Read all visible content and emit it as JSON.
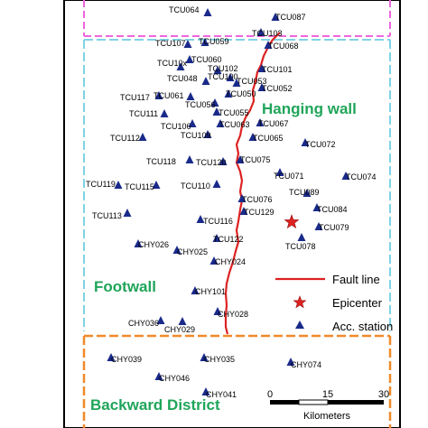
{
  "colors": {
    "border": "#000000",
    "upper_zone": "#ee66dd",
    "hanging_zone": "#7fd3e4",
    "backward_zone": "#f08a2a",
    "fault": "#dd2222",
    "epicenter": "#dd2222",
    "station": "#1a2a8a",
    "zone_label": "#1fa55a"
  },
  "regions": {
    "hanging_wall": "Hanging wall",
    "footwall": "Footwall",
    "backward": "Backward District"
  },
  "legend": {
    "fault": "Fault line",
    "epicenter": "Epicenter",
    "station": "Acc. station"
  },
  "scale": {
    "ticks": [
      "0",
      "15",
      "30"
    ],
    "unit": "Kilometers"
  },
  "stations": [
    {
      "id": "TCU064",
      "marker": [
        230,
        14
      ],
      "label": [
        187,
        10
      ]
    },
    {
      "id": "TCU087",
      "marker": [
        305,
        19
      ],
      "label": [
        305,
        18
      ]
    },
    {
      "id": "TCU103",
      "marker": [
        289,
        36
      ],
      "label": [
        279,
        36
      ]
    },
    {
      "id": "TCU059",
      "marker": [
        227,
        47
      ],
      "label": [
        220,
        45
      ]
    },
    {
      "id": "TCU107",
      "marker": [
        208,
        49
      ],
      "label": [
        172,
        47
      ]
    },
    {
      "id": "TCU068",
      "marker": [
        297,
        50
      ],
      "label": [
        297,
        50
      ]
    },
    {
      "id": "TCU060",
      "marker": [
        210,
        66
      ],
      "label": [
        212,
        65
      ]
    },
    {
      "id": "TCU10x",
      "marker": [
        200,
        74
      ],
      "label": [
        174,
        69
      ]
    },
    {
      "id": "TCU101",
      "marker": [
        290,
        76
      ],
      "label": [
        290,
        76
      ]
    },
    {
      "id": "TCU102",
      "marker": [
        241,
        78
      ],
      "label": [
        230,
        75
      ]
    },
    {
      "id": "TCU048",
      "marker": [
        228,
        90
      ],
      "label": [
        185,
        86
      ]
    },
    {
      "id": "TCU100",
      "marker": [
        255,
        86
      ],
      "label": [
        230,
        84
      ]
    },
    {
      "id": "TCU053",
      "marker": [
        262,
        92
      ],
      "label": [
        262,
        89
      ]
    },
    {
      "id": "TCU052",
      "marker": [
        290,
        97
      ],
      "label": [
        290,
        97
      ]
    },
    {
      "id": "TCU050",
      "marker": [
        253,
        104
      ],
      "label": [
        250,
        103
      ]
    },
    {
      "id": "TCU117",
      "marker": [
        176,
        106
      ],
      "label": [
        133,
        107
      ]
    },
    {
      "id": "TCU061",
      "marker": [
        211,
        107
      ],
      "label": [
        170,
        105
      ]
    },
    {
      "id": "TCU056",
      "marker": [
        238,
        114
      ],
      "label": [
        205,
        115
      ]
    },
    {
      "id": "TCU111",
      "marker": [
        182,
        126
      ],
      "label": [
        143,
        125
      ]
    },
    {
      "id": "TCU055",
      "marker": [
        240,
        124
      ],
      "label": [
        242,
        124
      ]
    },
    {
      "id": "TCU106",
      "marker": [
        213,
        137
      ],
      "label": [
        178,
        139
      ]
    },
    {
      "id": "TCU063",
      "marker": [
        244,
        137
      ],
      "label": [
        243,
        137
      ]
    },
    {
      "id": "TCU067",
      "marker": [
        288,
        136
      ],
      "label": [
        286,
        136
      ]
    },
    {
      "id": "TCU109",
      "marker": [
        230,
        149
      ],
      "label": [
        200,
        149
      ]
    },
    {
      "id": "TCU065",
      "marker": [
        280,
        152
      ],
      "label": [
        280,
        152
      ]
    },
    {
      "id": "TCU112",
      "marker": [
        158,
        152
      ],
      "label": [
        122,
        152
      ]
    },
    {
      "id": "TCU072",
      "marker": [
        338,
        158
      ],
      "label": [
        338,
        159
      ]
    },
    {
      "id": "TCU118",
      "marker": [
        210,
        177
      ],
      "label": [
        162,
        178
      ]
    },
    {
      "id": "TCU075",
      "marker": [
        266,
        177
      ],
      "label": [
        266,
        176
      ]
    },
    {
      "id": "TCU120",
      "marker": [
        247,
        179
      ],
      "label": [
        217,
        179
      ]
    },
    {
      "id": "TCU071",
      "marker": [
        310,
        191
      ],
      "label": [
        303,
        194
      ]
    },
    {
      "id": "TCU074",
      "marker": [
        383,
        195
      ],
      "label": [
        383,
        195
      ]
    },
    {
      "id": "TCU119",
      "marker": [
        131,
        205
      ],
      "label": [
        95,
        203
      ]
    },
    {
      "id": "TCU115",
      "marker": [
        173,
        205
      ],
      "label": [
        138,
        206
      ]
    },
    {
      "id": "TCU110",
      "marker": [
        240,
        204
      ],
      "label": [
        200,
        205
      ]
    },
    {
      "id": "TCU089",
      "marker": [
        340,
        214
      ],
      "label": [
        320,
        212
      ]
    },
    {
      "id": "TCU076",
      "marker": [
        268,
        220
      ],
      "label": [
        268,
        220
      ]
    },
    {
      "id": "TCU084",
      "marker": [
        351,
        230
      ],
      "label": [
        351,
        231
      ]
    },
    {
      "id": "TCU129",
      "marker": [
        270,
        234
      ],
      "label": [
        270,
        234
      ]
    },
    {
      "id": "TCU113",
      "marker": [
        141,
        236
      ],
      "label": [
        102,
        238
      ]
    },
    {
      "id": "TCU116",
      "marker": [
        222,
        243
      ],
      "label": [
        225,
        244
      ]
    },
    {
      "id": "TCU079",
      "marker": [
        353,
        251
      ],
      "label": [
        353,
        251
      ]
    },
    {
      "id": "TCU122",
      "marker": [
        240,
        264
      ],
      "label": [
        236,
        264
      ]
    },
    {
      "id": "TCU078",
      "marker": [
        334,
        263
      ],
      "label": [
        316,
        272
      ]
    },
    {
      "id": "CHY026",
      "marker": [
        153,
        270
      ],
      "label": [
        153,
        270
      ]
    },
    {
      "id": "CHY025",
      "marker": [
        196,
        277
      ],
      "label": [
        196,
        278
      ]
    },
    {
      "id": "CHY024",
      "marker": [
        237,
        289
      ],
      "label": [
        238,
        289
      ]
    },
    {
      "id": "CHY101",
      "marker": [
        216,
        322
      ],
      "label": [
        216,
        322
      ]
    },
    {
      "id": "CHY028",
      "marker": [
        241,
        345
      ],
      "label": [
        241,
        347
      ]
    },
    {
      "id": "CHY036",
      "marker": [
        178,
        355
      ],
      "label": [
        142,
        357
      ]
    },
    {
      "id": "CHY029",
      "marker": [
        202,
        356
      ],
      "label": [
        182,
        364
      ]
    },
    {
      "id": "CHY039",
      "marker": [
        123,
        396
      ],
      "label": [
        123,
        397
      ]
    },
    {
      "id": "CHY035",
      "marker": [
        226,
        396
      ],
      "label": [
        226,
        397
      ]
    },
    {
      "id": "CHY074",
      "marker": [
        322,
        401
      ],
      "label": [
        322,
        403
      ]
    },
    {
      "id": "CHY046",
      "marker": [
        176,
        417
      ],
      "label": [
        176,
        418
      ]
    },
    {
      "id": "CHY041",
      "marker": [
        228,
        434
      ],
      "label": [
        228,
        436
      ]
    }
  ],
  "fault": [
    [
      310,
      36
    ],
    [
      302,
      44
    ],
    [
      298,
      50
    ],
    [
      292,
      62
    ],
    [
      289,
      72
    ],
    [
      285,
      80
    ],
    [
      283,
      90
    ],
    [
      280,
      100
    ],
    [
      281,
      112
    ],
    [
      277,
      122
    ],
    [
      272,
      130
    ],
    [
      268,
      140
    ],
    [
      266,
      150
    ],
    [
      262,
      160
    ],
    [
      264,
      170
    ],
    [
      262,
      180
    ],
    [
      266,
      190
    ],
    [
      268,
      200
    ],
    [
      266,
      212
    ],
    [
      268,
      222
    ],
    [
      266,
      232
    ],
    [
      264,
      245
    ],
    [
      262,
      255
    ],
    [
      264,
      268
    ],
    [
      261,
      278
    ],
    [
      258,
      290
    ],
    [
      254,
      302
    ],
    [
      251,
      314
    ],
    [
      250,
      325
    ],
    [
      251,
      338
    ],
    [
      250,
      350
    ],
    [
      250,
      362
    ],
    [
      252,
      370
    ]
  ],
  "epicenter": [
    323,
    246
  ]
}
